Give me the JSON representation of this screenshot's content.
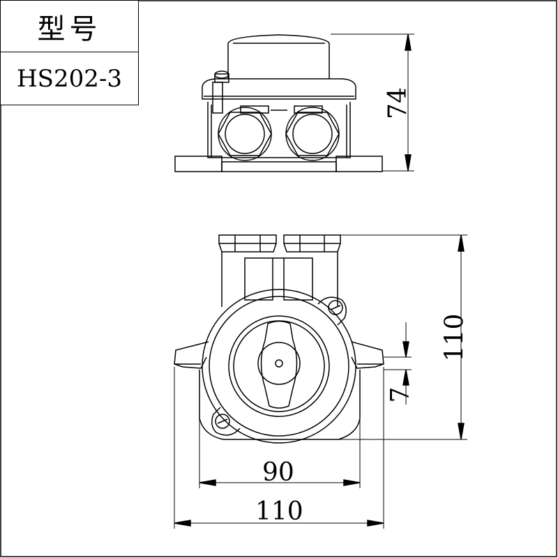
{
  "title_block": {
    "model_label": "型号",
    "model_code": "HS202-3"
  },
  "dimensions": {
    "side_height": "74",
    "front_height": "110",
    "front_offset": "7",
    "inner_width": "90",
    "outer_width": "110"
  }
}
